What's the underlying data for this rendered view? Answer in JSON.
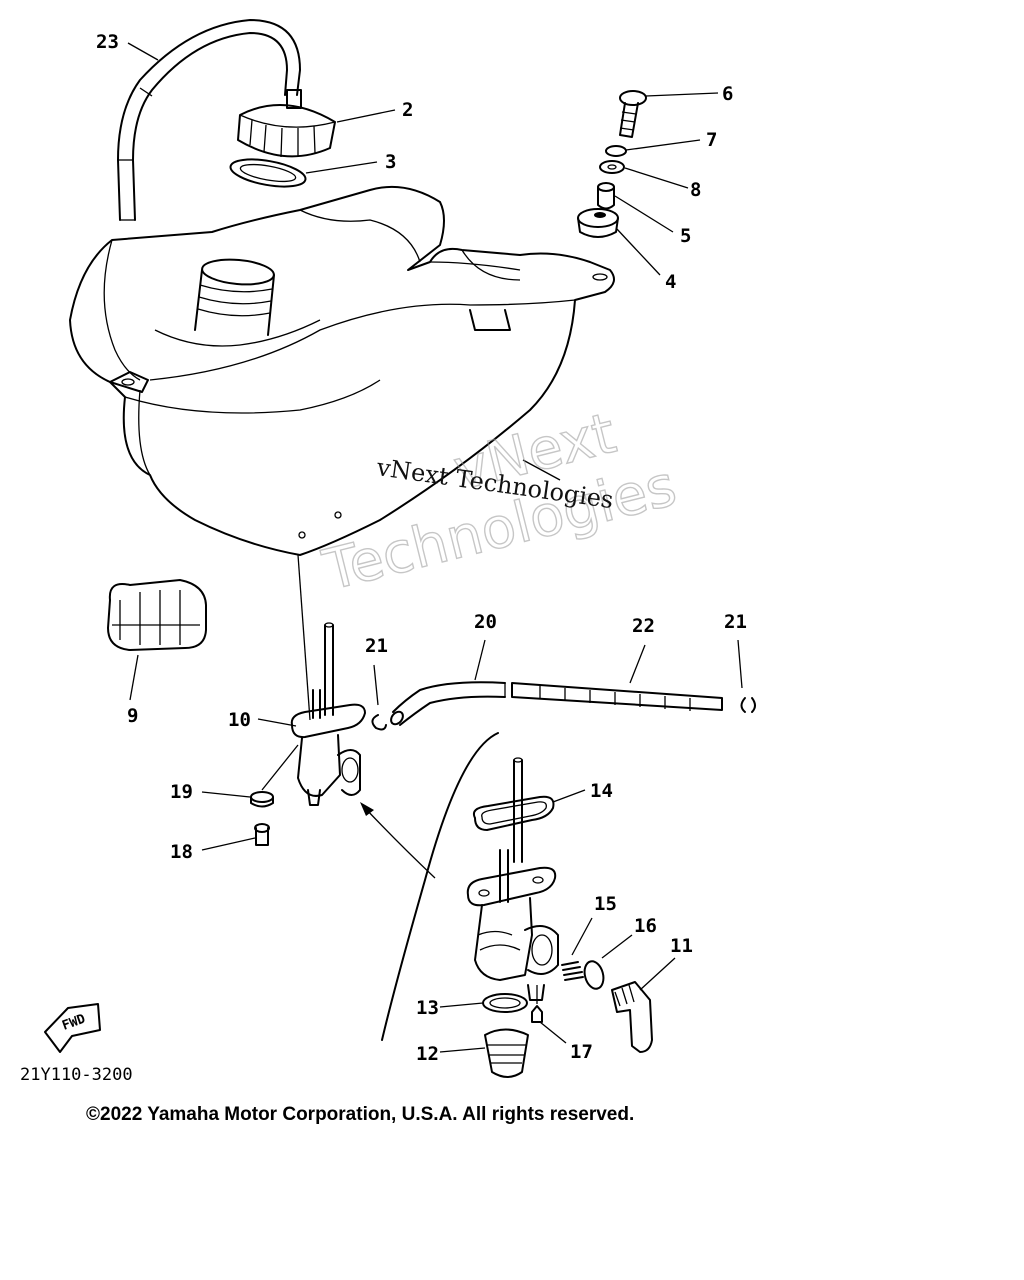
{
  "callouts": [
    "23",
    "2",
    "3",
    "6",
    "7",
    "8",
    "5",
    "4",
    "9",
    "21",
    "20",
    "22",
    "21",
    "10",
    "19",
    "18",
    "14",
    "15",
    "16",
    "11",
    "13",
    "17",
    "12"
  ],
  "watermark": {
    "line1": "vNext Technologies",
    "line2a": "vNext",
    "line2b": "Technologies"
  },
  "forward_marker": "FWD",
  "drawing_number": "21Y110-3200",
  "copyright": "©2022 Yamaha Motor Corporation, U.S.A. All rights reserved."
}
